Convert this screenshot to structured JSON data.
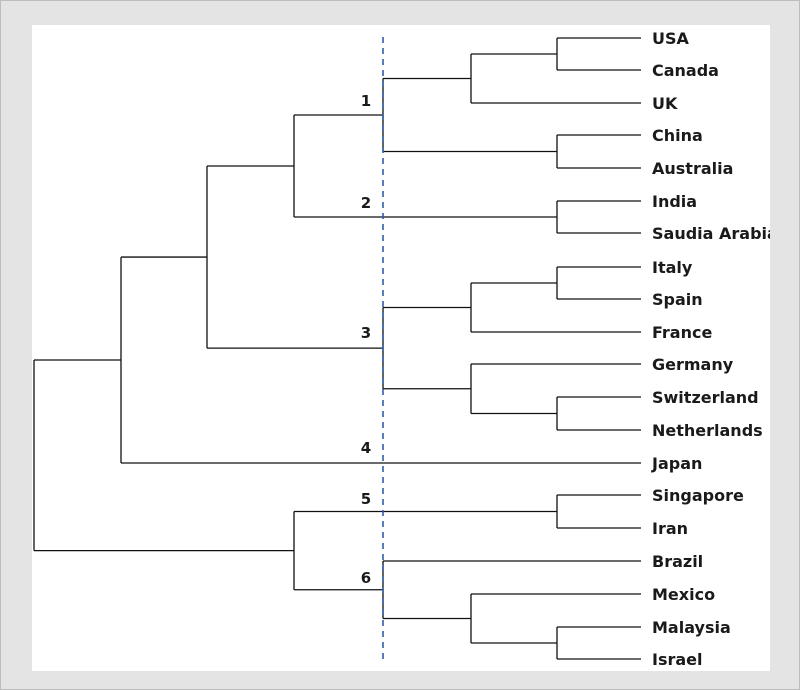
{
  "dendrogram": {
    "leaves": [
      "USA",
      "Canada",
      "UK",
      "China",
      "Australia",
      "India",
      "Saudia Arabia",
      "Italy",
      "Spain",
      "France",
      "Germany",
      "Switzerland",
      "Netherlands",
      "Japan",
      "Singapore",
      "Iran",
      "Brazil",
      "Mexico",
      "Malaysia",
      "Israel"
    ],
    "cluster_labels": [
      "1",
      "2",
      "3",
      "4",
      "5",
      "6"
    ],
    "colors": {
      "branches": "#111111",
      "cut_line": "#2e5fa7",
      "background": "#e4e4e4",
      "panel": "#ffffff"
    }
  }
}
